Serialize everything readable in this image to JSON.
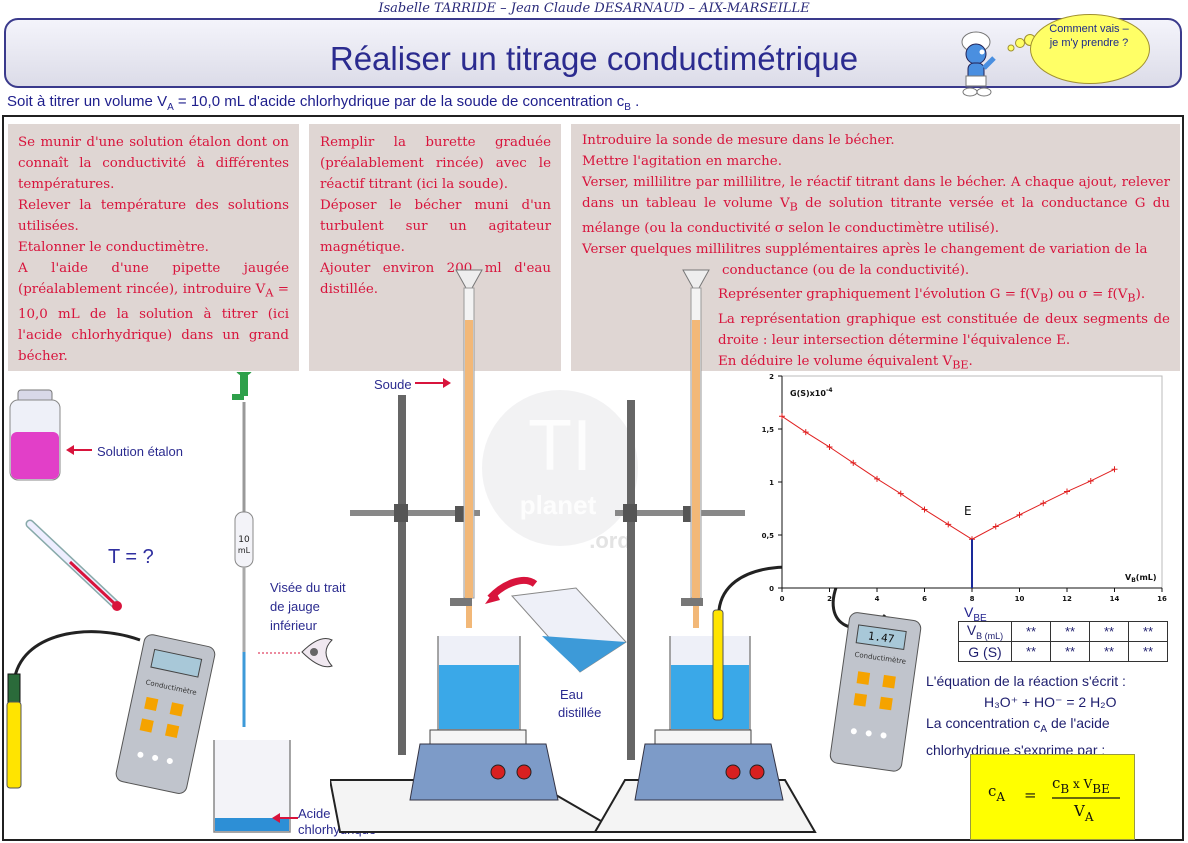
{
  "header": {
    "authors": "Isabelle TARRIDE – Jean Claude DESARNAUD –  AIX-MARSEILLE",
    "title": "Réaliser un titrage conductimétrique",
    "bubble_line1": "Comment vais –",
    "bubble_line2": "je m'y prendre ?"
  },
  "intro": {
    "part1": "Soit à titrer un volume V",
    "sub1": "A",
    "part2": " = 10,0 mL d'acide chlorhydrique par de la soude de concentration c",
    "sub2": "B",
    "part3": " ."
  },
  "step1": {
    "l1": "Se munir d'une solution étalon dont on connaît la conductivité à différentes températures.",
    "l2": "Relever la température des solutions utilisées.",
    "l3": "Etalonner le conductimètre.",
    "l4a": "A l'aide d'une pipette jaugée (préalablement rincée), introduire V",
    "l4sub": "A",
    "l4b": " = 10,0 mL de la solution à titrer (ici l'acide chlorhydrique) dans un grand bécher."
  },
  "step2": {
    "l1": "Remplir la burette graduée (préalablement rincée) avec le réactif titrant (ici la soude).",
    "l2": "Déposer le bécher muni d'un turbulent sur un agitateur magnétique.",
    "l3": "Ajouter environ 200 ml d'eau distillée."
  },
  "step3": {
    "l1": "Introduire la sonde de mesure dans le bécher.",
    "l2": "Mettre l'agitation en marche.",
    "l3a": "Verser, millilitre par millilitre, le réactif titrant dans le bécher. A chaque ajout, relever dans un tableau le volume V",
    "l3sub": "B",
    "l3b": " de solution titrante versée et la conductance G du mélange (ou la conductivité σ selon le conductimètre utilisé).",
    "l4a": "Verser quelques millilitres supplémentaires après le changement de variation de la",
    "l4b": "conductance (ou de la conductivité).",
    "l5": "Représenter graphiquement l'évolution G = f(V",
    "l5sub": "B",
    "l5b": ") ou σ = f(V",
    "l5sub2": "B",
    "l5c": ").",
    "l6": "La représentation graphique est constituée de deux segments de droite : leur intersection détermine l'équivalence E.",
    "l7": "En déduire le volume équivalent V",
    "l7sub": "BE",
    "l7b": "."
  },
  "labels": {
    "solution_etalon": "Solution étalon",
    "temperature": "T = ?",
    "pipette_volume": "10",
    "pipette_unit": "mL",
    "visee1": "Visée du trait",
    "visee2": "de jauge",
    "visee3": "inférieur",
    "acide1": "Acide",
    "acide2": "chlorhydrique",
    "soude": "Soude",
    "eau1": "Eau",
    "eau2": "distillée",
    "conductimetre": "Conductimètre",
    "display_value": "1.47",
    "vbe": "V",
    "vbe_sub": "BE"
  },
  "table": {
    "row1_label": "V",
    "row1_sub": "B (mL)",
    "row2_label": "G (S)",
    "cell": "**"
  },
  "equation": {
    "line1": "L'équation de la réaction s'écrit :",
    "line2": "H₃O⁺ + HO⁻ = 2 H₂O",
    "line3": "La concentration c",
    "line3_sub": "A",
    "line3b": " de l'acide",
    "line4": "chlorhydrique s'exprime par :",
    "f_lhs": "c",
    "f_lhs_sub": "A",
    "f_eq": "=",
    "f_num": "c",
    "f_num_sub": "B",
    "f_x": " x V",
    "f_num_sub2": "BE",
    "f_den": "V",
    "f_den_sub": "A"
  },
  "watermark": {
    "ti": "TI",
    "planet": "planet",
    "org": ".org"
  },
  "chart_data": {
    "type": "line",
    "ylabel": "G(S)x10",
    "ylabel_exp": "-4",
    "xlabel": "V",
    "xlabel_sub": "B",
    "xlabel_unit": "(mL)",
    "xlim": [
      0,
      16
    ],
    "ylim": [
      0,
      2
    ],
    "xticks": [
      "0",
      "2",
      "4",
      "6",
      "8",
      "10",
      "12",
      "14",
      "16"
    ],
    "yticks": [
      "0",
      "0,5",
      "1",
      "1,5",
      "2"
    ],
    "annotation": "E",
    "equivalence_x": 8,
    "series": [
      {
        "x": [
          0,
          1,
          2,
          3,
          4,
          5,
          6,
          7,
          8,
          9,
          10,
          11,
          12,
          13,
          14
        ],
        "y": [
          1.62,
          1.47,
          1.33,
          1.18,
          1.03,
          0.89,
          0.74,
          0.6,
          0.46,
          0.58,
          0.69,
          0.8,
          0.91,
          1.01,
          1.12
        ]
      }
    ]
  }
}
